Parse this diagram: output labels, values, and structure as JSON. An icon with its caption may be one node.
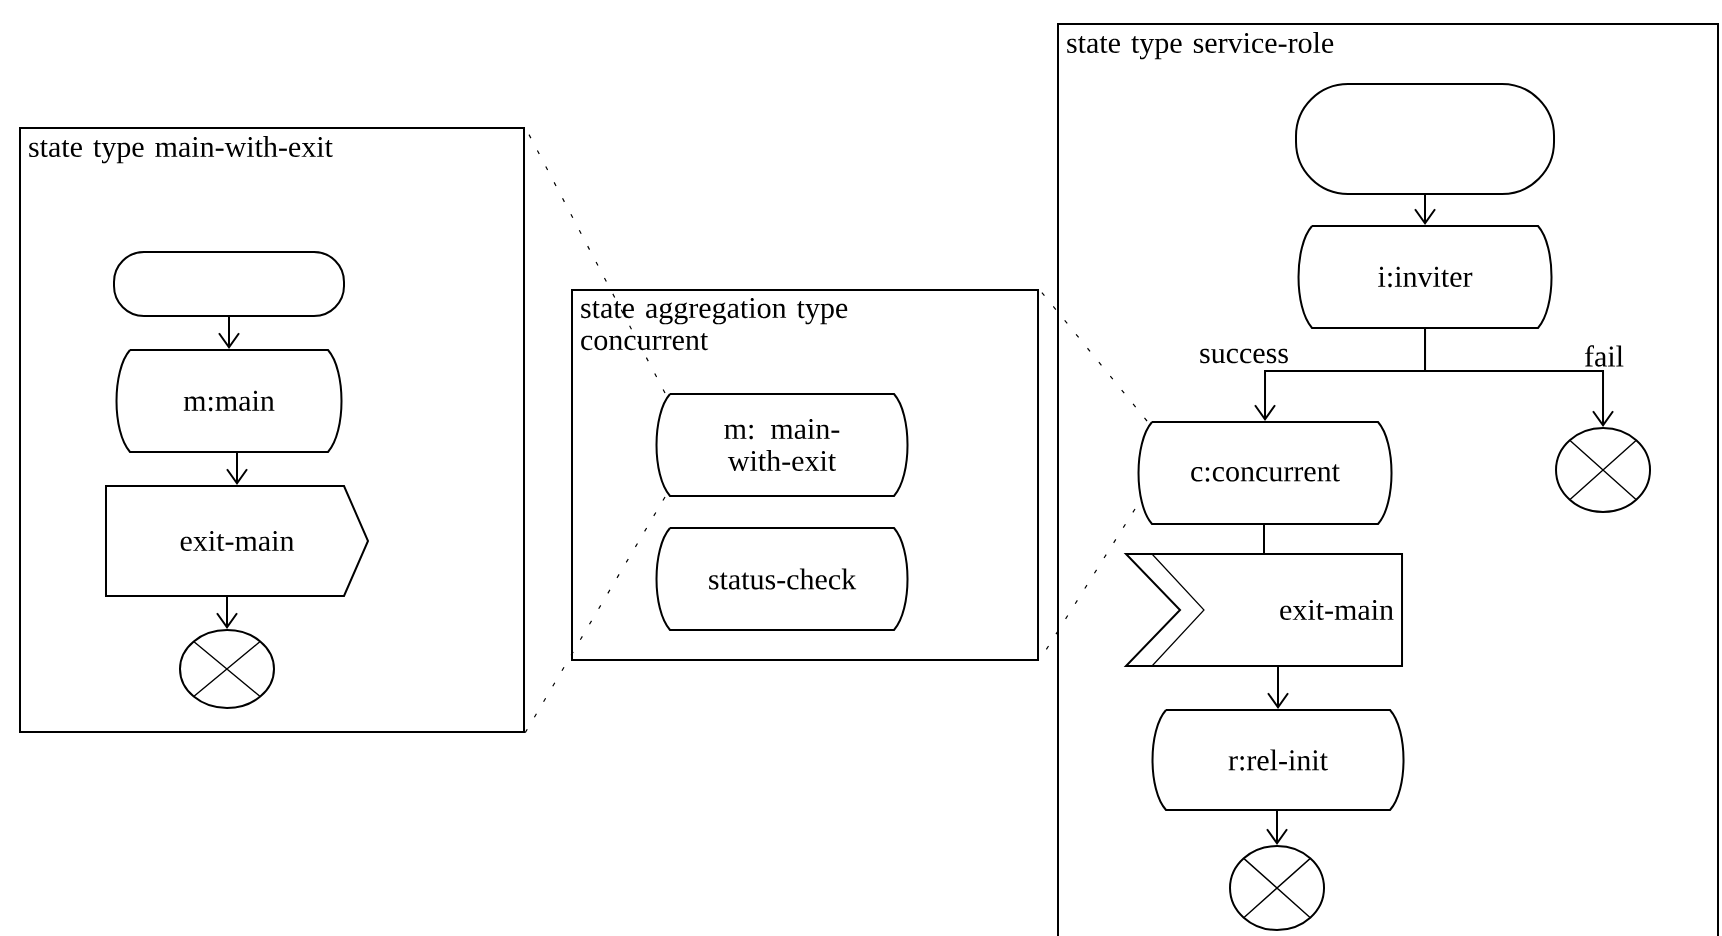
{
  "diagram": {
    "nodes": [
      {
        "text": [
          "state type main-with-exit"
        ]
      },
      {
        "text": [],
        "shape": "stadium",
        "in": 0
      },
      {
        "text": [
          "m:main"
        ],
        "in": 0
      },
      {
        "text": [
          "exit-main"
        ],
        "in": 0
      },
      {
        "text": [],
        "shape": "circle",
        "in": 0
      },
      {
        "text": [
          "state aggregation type concurrent"
        ]
      },
      {
        "text": [
          "m: main-with-exit"
        ],
        "in": 5
      },
      {
        "text": [
          "status-check"
        ],
        "in": 5
      },
      {
        "text": [
          "state type service-role"
        ]
      },
      {
        "text": [],
        "shape": "stadium",
        "in": 8
      },
      {
        "text": [
          "i:inviter"
        ],
        "in": 8
      },
      {
        "text": [
          "c:concurrent"
        ],
        "in": 8
      },
      {
        "text": [],
        "shape": "circle",
        "in": 8
      },
      {
        "text": [
          "exit-main"
        ],
        "in": 8
      },
      {
        "text": [
          "r:rel-init"
        ],
        "in": 8
      },
      {
        "text": [],
        "shape": "circle",
        "in": 8
      }
    ],
    "edges": [
      {
        "from": 1,
        "to": 2,
        "arrow": "to"
      },
      {
        "from": 2,
        "to": 3,
        "arrow": "to"
      },
      {
        "from": 3,
        "to": 4,
        "arrow": "to"
      },
      {
        "from": 6,
        "to": 0,
        "arrow": "none",
        "style": "dashed"
      },
      {
        "from": 6,
        "to": 0,
        "arrow": "none",
        "style": "dashed"
      },
      {
        "from": 11,
        "to": 5,
        "arrow": "none",
        "style": "dashed"
      },
      {
        "from": 11,
        "to": 5,
        "arrow": "none",
        "style": "dashed"
      },
      {
        "from": 9,
        "to": 10,
        "arrow": "to"
      },
      {
        "from": 10,
        "to": 11,
        "arrow": "to",
        "label": "success"
      },
      {
        "from": 10,
        "to": 12,
        "arrow": "to",
        "label": "fail"
      },
      {
        "from": 11,
        "to": 13,
        "arrow": "none"
      },
      {
        "from": 13,
        "to": 14,
        "arrow": "to"
      },
      {
        "from": 14,
        "to": 15,
        "arrow": "to"
      }
    ]
  }
}
